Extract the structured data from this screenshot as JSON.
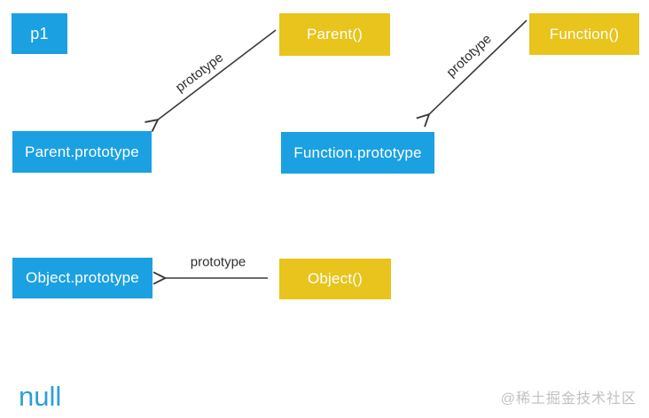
{
  "nodes": {
    "p1": {
      "label": "p1"
    },
    "parent_fn": {
      "label": "Parent()"
    },
    "function_fn": {
      "label": "Function()"
    },
    "parent_proto": {
      "label": "Parent.prototype"
    },
    "function_proto": {
      "label": "Function.prototype"
    },
    "object_proto": {
      "label": "Object.prototype"
    },
    "object_fn": {
      "label": "Object()"
    }
  },
  "edges": {
    "parent_to_proto": {
      "from": "Parent()",
      "to": "Parent.prototype",
      "label": "prototype"
    },
    "function_to_proto": {
      "from": "Function()",
      "to": "Function.prototype",
      "label": "prototype"
    },
    "object_to_proto": {
      "from": "Object()",
      "to": "Object.prototype",
      "label": "prototype"
    }
  },
  "terminal": {
    "label": "null"
  },
  "watermark": {
    "label": "@稀土掘金技术社区"
  },
  "colors": {
    "instance_prototype_box": "#1ba1e2",
    "constructor_box": "#e8c41d",
    "arrow": "#3a3a3a",
    "null_text": "#2b9fd9",
    "watermark_text": "#c2c1c1",
    "background": "#ffffff"
  }
}
